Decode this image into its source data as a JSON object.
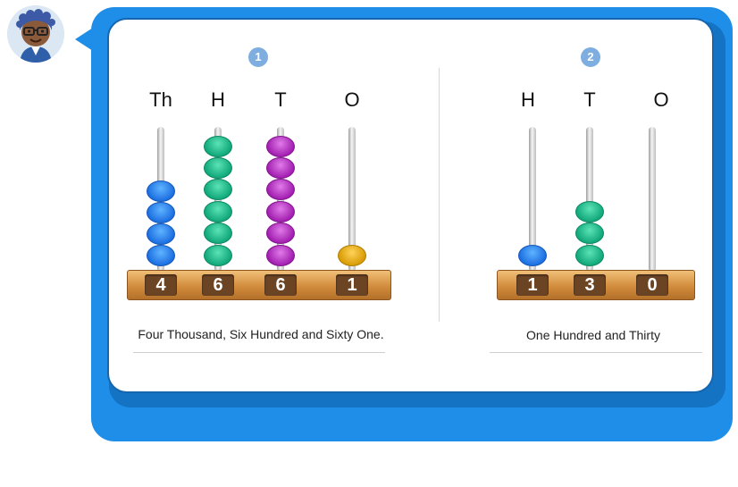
{
  "avatar": {
    "icon": "teacher-avatar-icon"
  },
  "colors": {
    "bubble": "#1f8ee8",
    "blue_bead": "#1d6fe2",
    "green_bead": "#12a87a",
    "purple_bead": "#a21fb0",
    "gold_bead": "#d99c06"
  },
  "abacus1": {
    "badge": "1",
    "labels": [
      "Th",
      "H",
      "T",
      "O"
    ],
    "beads": [
      4,
      6,
      6,
      1
    ],
    "digits": [
      "4",
      "6",
      "6",
      "1"
    ],
    "caption": "Four Thousand, Six Hundred and Sixty One."
  },
  "abacus2": {
    "badge": "2",
    "labels": [
      "H",
      "T",
      "O"
    ],
    "beads": [
      1,
      3,
      0
    ],
    "digits": [
      "1",
      "3",
      "0"
    ],
    "caption": "One Hundred and Thirty"
  }
}
